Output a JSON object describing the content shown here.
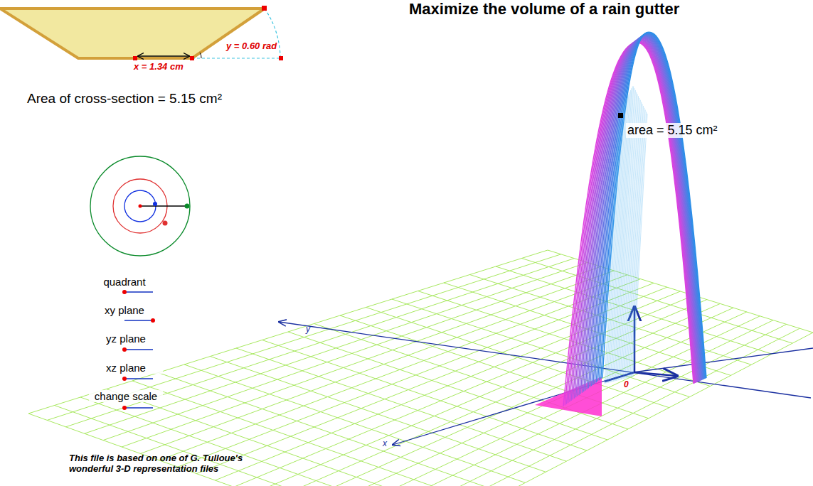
{
  "diagram": {
    "title": "Maximize the volume of a rain gutter",
    "labels": [
      "y = 0.60 rad",
      "x = 1.34 cm",
      "Area of cross-section = 5.15 cm²",
      "area = 5.15 cm²",
      "quadrant",
      "xy plane",
      "yz plane",
      "xz plane",
      "change scale",
      "This file is based on one of G. Tulloue's wonderful 3-D representation files",
      "y",
      "x",
      "0"
    ]
  }
}
